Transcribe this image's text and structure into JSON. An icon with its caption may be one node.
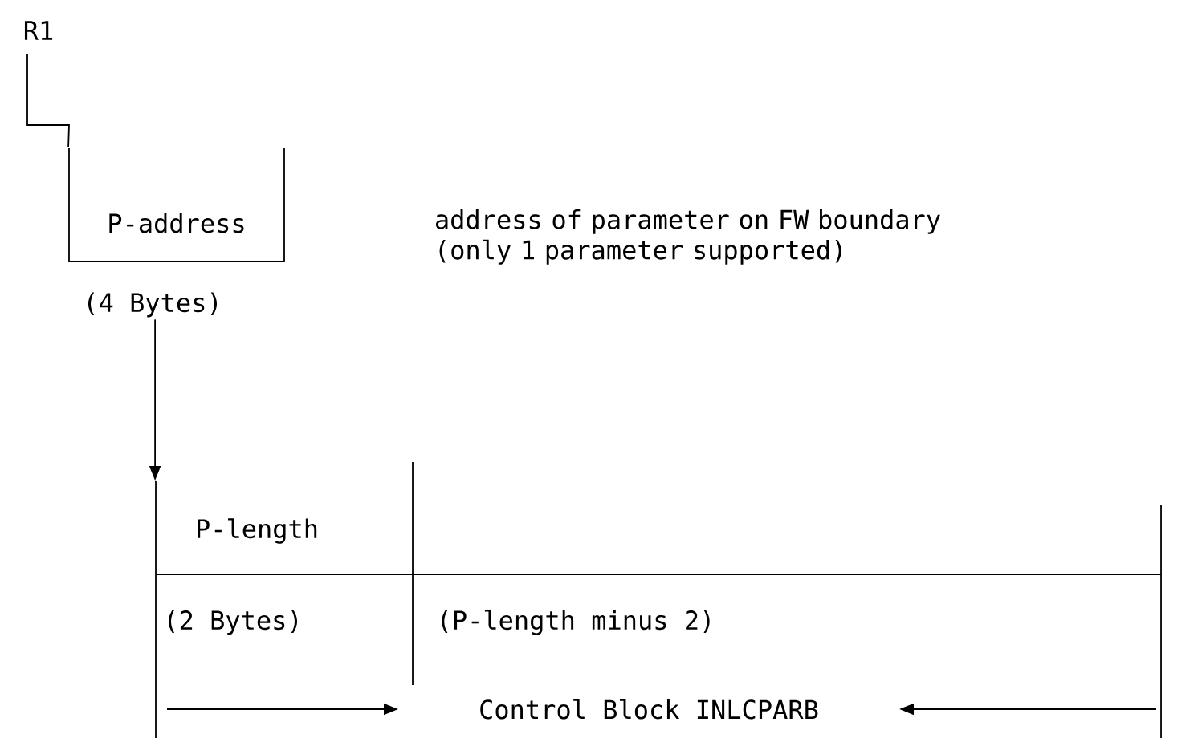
{
  "diagram": {
    "nodes": [
      {
        "text": [
          "R1"
        ]
      },
      {
        "text": [
          "P-address"
        ],
        "beside": [
          "(4 Bytes)"
        ]
      },
      {
        "text": [
          "P-length",
          "(2 Bytes)"
        ]
      },
      {
        "text": [
          "(P-length minus 2)"
        ]
      }
    ],
    "edges": [
      {
        "from": 0,
        "to": 1,
        "arrow": "none"
      },
      {
        "from": 1,
        "to": 2,
        "arrow": "to"
      }
    ],
    "labels": [
      "address of parameter on FW boundary (only 1 parameter supported)",
      "Control Block INLCPARB"
    ]
  }
}
